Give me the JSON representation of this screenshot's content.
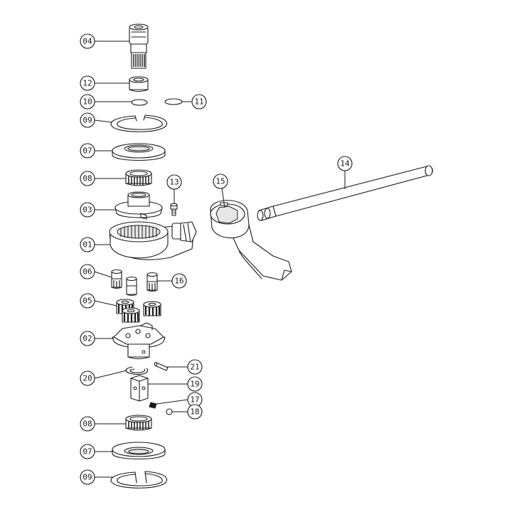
{
  "diagram": {
    "callouts": [
      {
        "id": "c04",
        "label": "04"
      },
      {
        "id": "c12",
        "label": "12"
      },
      {
        "id": "c10",
        "label": "10"
      },
      {
        "id": "c11",
        "label": "11"
      },
      {
        "id": "c09a",
        "label": "09"
      },
      {
        "id": "c07a",
        "label": "07"
      },
      {
        "id": "c08a",
        "label": "08"
      },
      {
        "id": "c13",
        "label": "13"
      },
      {
        "id": "c15",
        "label": "15"
      },
      {
        "id": "c14",
        "label": "14"
      },
      {
        "id": "c03",
        "label": "03"
      },
      {
        "id": "c01",
        "label": "01"
      },
      {
        "id": "c06",
        "label": "06"
      },
      {
        "id": "c16",
        "label": "16"
      },
      {
        "id": "c05",
        "label": "05"
      },
      {
        "id": "c02",
        "label": "02"
      },
      {
        "id": "c21",
        "label": "21"
      },
      {
        "id": "c20",
        "label": "20"
      },
      {
        "id": "c19",
        "label": "19"
      },
      {
        "id": "c17",
        "label": "17"
      },
      {
        "id": "c18",
        "label": "18"
      },
      {
        "id": "c08b",
        "label": "08"
      },
      {
        "id": "c07b",
        "label": "07"
      },
      {
        "id": "c09b",
        "label": "09"
      }
    ]
  }
}
